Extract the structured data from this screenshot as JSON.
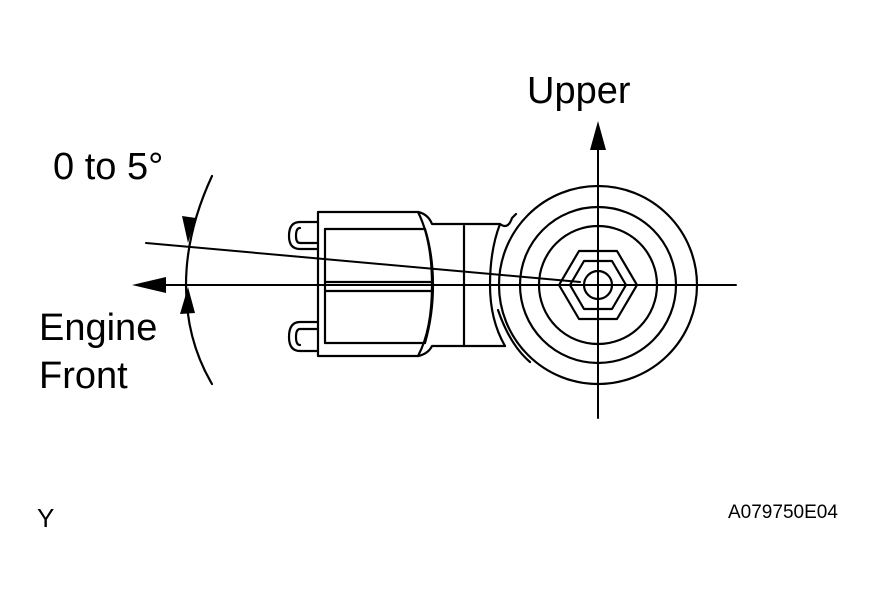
{
  "labels": {
    "upper": "Upper",
    "angle": "0 to 5°",
    "engine_front_line1": "Engine",
    "engine_front_line2": "Front",
    "view_letter": "Y",
    "figure_code": "A079750E04"
  },
  "colors": {
    "line": "#000000",
    "background": "#ffffff"
  }
}
